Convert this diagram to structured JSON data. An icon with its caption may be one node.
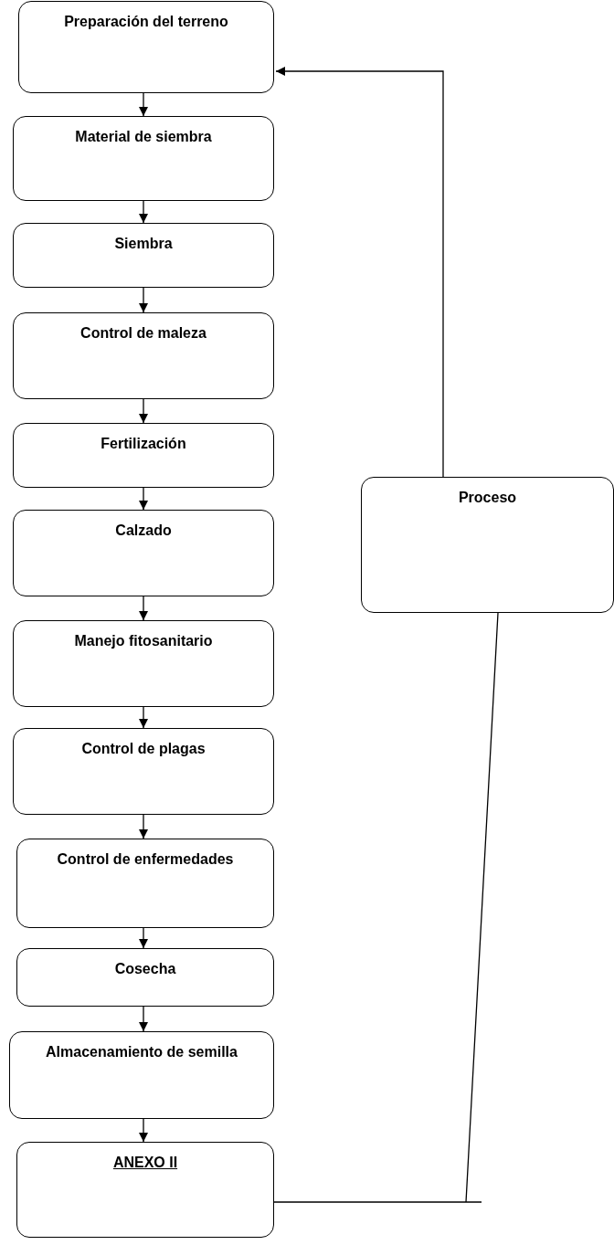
{
  "diagram": {
    "nodes": [
      {
        "text": [
          "Preparación del terreno"
        ]
      },
      {
        "text": [
          "Material de siembra"
        ]
      },
      {
        "text": [
          "Siembra"
        ]
      },
      {
        "text": [
          "Control de maleza"
        ]
      },
      {
        "text": [
          "Fertilización"
        ]
      },
      {
        "text": [
          "Calzado"
        ]
      },
      {
        "text": [
          "Manejo fitosanitario"
        ]
      },
      {
        "text": [
          "Control de plagas"
        ]
      },
      {
        "text": [
          "Control de enfermedades"
        ]
      },
      {
        "text": [
          "Cosecha"
        ]
      },
      {
        "text": [
          "Almacenamiento de semilla"
        ]
      },
      {
        "text": [
          "ANEXO II"
        ]
      },
      {
        "text": [
          "Proceso"
        ]
      }
    ],
    "edges": [
      {
        "from": 0,
        "to": 1,
        "arrow": "to"
      },
      {
        "from": 1,
        "to": 2,
        "arrow": "to"
      },
      {
        "from": 2,
        "to": 3,
        "arrow": "to"
      },
      {
        "from": 3,
        "to": 4,
        "arrow": "to"
      },
      {
        "from": 4,
        "to": 5,
        "arrow": "to"
      },
      {
        "from": 5,
        "to": 6,
        "arrow": "to"
      },
      {
        "from": 6,
        "to": 7,
        "arrow": "to"
      },
      {
        "from": 7,
        "to": 8,
        "arrow": "to"
      },
      {
        "from": 8,
        "to": 9,
        "arrow": "to"
      },
      {
        "from": 9,
        "to": 10,
        "arrow": "to"
      },
      {
        "from": 10,
        "to": 11,
        "arrow": "to"
      },
      {
        "from": 11,
        "to": 12,
        "arrow": "none"
      },
      {
        "from": 12,
        "to": 0,
        "arrow": "to"
      }
    ]
  }
}
